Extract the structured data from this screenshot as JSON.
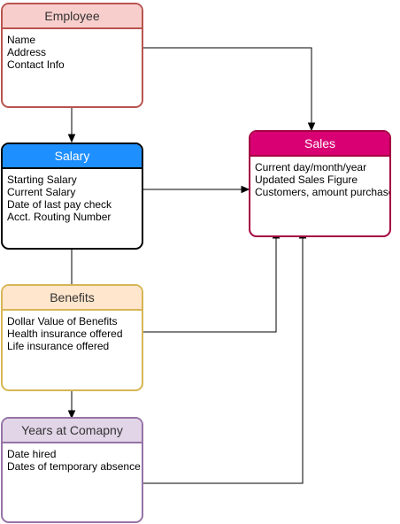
{
  "entities": [
    {
      "key": "employee",
      "title": "Employee",
      "border_color": "#b85450",
      "header_fill": "#f8cecc",
      "title_color": "#333333",
      "fields": [
        "Name",
        "Address",
        "Contact Info"
      ]
    },
    {
      "key": "salary",
      "title": "Salary",
      "border_color": "#000000",
      "header_fill": "#1e8fff",
      "title_color": "#ffffff",
      "fields": [
        "Starting Salary",
        "Current Salary",
        "Date of last pay check",
        "Acct. Routing Number"
      ]
    },
    {
      "key": "benefits",
      "title": "Benefits",
      "border_color": "#d6b656",
      "header_fill": "#ffe6cc",
      "title_color": "#333333",
      "fields": [
        "Dollar Value of Benefits",
        "Health insurance offered",
        "Life insurance offered"
      ]
    },
    {
      "key": "years-at-company",
      "title": "Years at Comapny",
      "border_color": "#9673a6",
      "header_fill": "#e1d5e7",
      "title_color": "#333333",
      "fields": [
        "Date hired",
        "Dates of temporary absence"
      ]
    },
    {
      "key": "sales",
      "title": "Sales",
      "border_color": "#a50040",
      "header_fill": "#d80073",
      "title_color": "#ffffff",
      "fields": [
        "Current day/month/year",
        "Updated Sales Figure",
        "Customers, amount purchased"
      ]
    }
  ],
  "connectors": [
    {
      "from": "employee",
      "to": "salary"
    },
    {
      "from": "salary",
      "to": "benefits"
    },
    {
      "from": "benefits",
      "to": "years-at-company"
    },
    {
      "from": "employee",
      "to": "sales"
    },
    {
      "from": "salary",
      "to": "sales"
    },
    {
      "from": "benefits",
      "to": "sales"
    },
    {
      "from": "years-at-company",
      "to": "sales"
    }
  ],
  "colors": {
    "connector": "#000000",
    "background": "#ffffff"
  }
}
